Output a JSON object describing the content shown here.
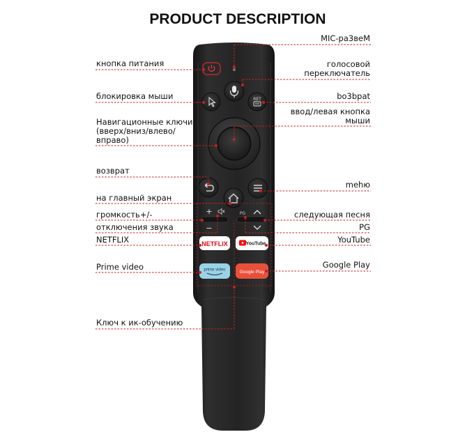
{
  "title": "PRODUCT DESCRIPTION",
  "labels_left": {
    "power": "кнопка питания",
    "mouse_lock": "блокировка мыши",
    "nav_line1": "Навигационные ключи",
    "nav_line2": "(вверх/вниз/влево/",
    "nav_line3": "вправо)",
    "back": "возврат",
    "home": "на главный экран",
    "volume": "громкость+/-",
    "mute": "отключения звука",
    "netflix": "NETFLIX",
    "prime": "Prime video",
    "ir": "Ключ к ик-обучению"
  },
  "labels_right": {
    "mic": "MIC-ра3веМ",
    "voice_line1": "голосовой",
    "voice_line2": "переключатель",
    "return": "bo3bpat",
    "enter_line1": "ввод/левая кнопка",
    "enter_line2": "мыши",
    "menu": "mehю",
    "next": "следующая песня",
    "pg": "PG",
    "youtube": "YouTube",
    "googleplay": "Google Play"
  },
  "buttons": {
    "netflix": "NETFLIX",
    "youtube": "YouTube",
    "prime_line1": "prime video",
    "googleplay": "Google Play",
    "plus": "+",
    "minus": "−",
    "pg": "PG",
    "ret": "RET"
  },
  "colors": {
    "leader": "#cc1f1f",
    "remote_body": "#262626",
    "netflix_bg": "#ffffff",
    "netflix_text": "#e50914",
    "youtube_bg": "#ffffff",
    "prime_bg": "#9ad3e6",
    "googleplay_bg": "#e8503a"
  },
  "icons": {
    "power": "power-icon",
    "mic": "microphone-icon",
    "mouse": "mouse-pointer-icon",
    "return": "return-icon",
    "back": "back-arrow-icon",
    "home": "home-icon",
    "menu": "menu-icon",
    "mute": "mute-icon",
    "up": "chevron-up-icon",
    "down": "chevron-down-icon"
  }
}
